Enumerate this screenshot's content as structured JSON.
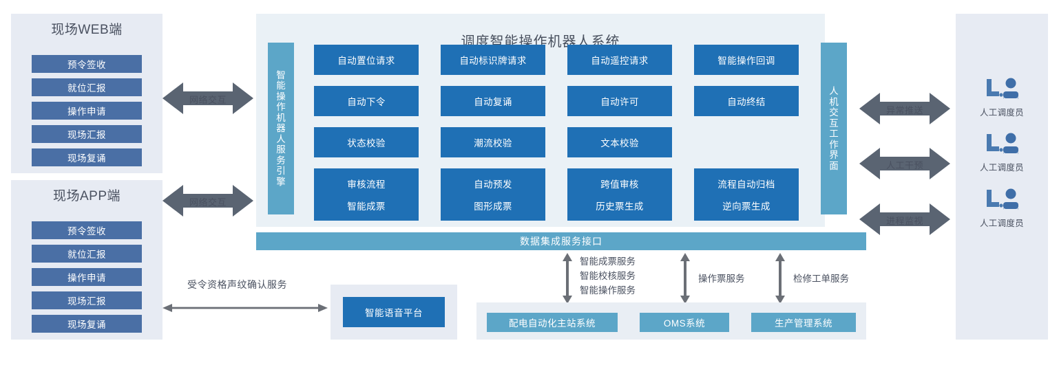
{
  "diagram": {
    "title": "调度智能操作机器人系统"
  },
  "clients": [
    {
      "id": "web",
      "title": "现场WEB端",
      "items": [
        "预令签收",
        "就位汇报",
        "操作申请",
        "现场汇报",
        "现场复诵"
      ]
    },
    {
      "id": "app",
      "title": "现场APP端",
      "items": [
        "预令签收",
        "就位汇报",
        "操作申请",
        "现场汇报",
        "现场复诵"
      ]
    }
  ],
  "network_arrows": [
    {
      "label": "网络交互"
    },
    {
      "label": "网络交互"
    }
  ],
  "engine_bar": {
    "label": "智能操作机器人服务引擎"
  },
  "hmi_bar": {
    "label": "人机交互工作界面"
  },
  "capabilities": {
    "rows": [
      [
        "自动置位请求",
        "自动标识牌请求",
        "自动遥控请求",
        "智能操作回调"
      ],
      [
        "自动下令",
        "自动复诵",
        "自动许可",
        "自动终结"
      ],
      [
        "状态校验",
        "潮流校验",
        "文本校验"
      ],
      [
        "审核流程",
        "自动预发",
        "跨值审核",
        "流程自动归档"
      ],
      [
        "智能成票",
        "图形成票",
        "历史票生成",
        "逆向票生成"
      ]
    ]
  },
  "operator_arrows": [
    {
      "label": "异常推送"
    },
    {
      "label": "人工干预"
    },
    {
      "label": "进程监视"
    }
  ],
  "operators": [
    {
      "label": "人工调度员",
      "icon": "operator-console-icon"
    },
    {
      "label": "人工调度员",
      "icon": "operator-console-icon"
    },
    {
      "label": "人工调度员",
      "icon": "operator-console-icon"
    }
  ],
  "integration": {
    "label": "数据集成服务接口"
  },
  "service_links": [
    {
      "label": "智能成票服务\n智能校核服务\n智能操作服务"
    },
    {
      "label": "操作票服务"
    },
    {
      "label": "检修工单服务"
    }
  ],
  "service_links_lines": {
    "first": [
      "智能成票服务",
      "智能校核服务",
      "智能操作服务"
    ],
    "second": [
      "操作票服务"
    ],
    "third": [
      "检修工单服务"
    ]
  },
  "external_systems": [
    {
      "label": "配电自动化主站系统"
    },
    {
      "label": "OMS系统"
    },
    {
      "label": "生产管理系统"
    }
  ],
  "voice": {
    "arrow_label": "受令资格声纹确认服务",
    "platform_label": "智能语音平台"
  },
  "colors": {
    "client_item": "#4a6fa5",
    "client_panel": "#e7ebf3",
    "main_panel": "#eaf1f6",
    "capability_cell": "#1f70b5",
    "teal_bar": "#5ca6c8",
    "arrow_gray": "#5a6472",
    "text_dark": "#4a5160"
  }
}
